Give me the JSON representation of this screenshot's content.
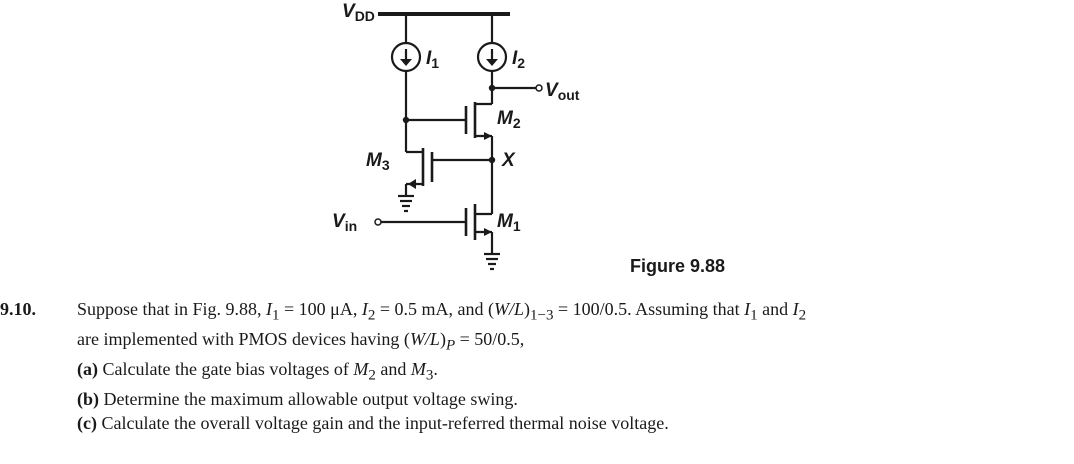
{
  "figure": {
    "caption": "Figure 9.88",
    "labels": {
      "vdd_main": "V",
      "vdd_sub": "DD",
      "i1_main": "I",
      "i1_sub": "1",
      "i2_main": "I",
      "i2_sub": "2",
      "vout_main": "V",
      "vout_sub": "out",
      "m2_main": "M",
      "m2_sub": "2",
      "m3_main": "M",
      "m3_sub": "3",
      "m1_main": "M",
      "m1_sub": "1",
      "x_node": "X",
      "vin_main": "V",
      "vin_sub": "in"
    }
  },
  "problem": {
    "number": "9.10.",
    "line1_a": "Suppose that in Fig. 9.88, ",
    "line1_b": "I",
    "line1_c": "1",
    "line1_d": " = 100 ",
    "line1_e": "μ",
    "line1_f": "A, ",
    "line1_g": "I",
    "line1_h": "2",
    "line1_i": " = 0.5 mA, and (",
    "line1_j": "W/L",
    "line1_k": ")",
    "line1_l": "1−3",
    "line1_m": " = 100/0.5. Assuming that ",
    "line1_n": "I",
    "line1_o": "1",
    "line1_p": " and ",
    "line1_q": "I",
    "line1_r": "2",
    "line2_a": "are implemented with PMOS devices having (",
    "line2_b": "W/L",
    "line2_c": ")",
    "line2_d": "P",
    "line2_e": " = 50/0.5,",
    "parts": [
      {
        "tag": "(a)",
        "pre": " Calculate the gate bias voltages of ",
        "m1": "M",
        "s1": "2",
        "mid": " and ",
        "m2": "M",
        "s2": "3",
        "post": "."
      },
      {
        "tag": "(b)",
        "text": " Determine the maximum allowable output voltage swing."
      },
      {
        "tag": "(c)",
        "text": " Calculate the overall voltage gain and the input-referred thermal noise voltage."
      }
    ]
  }
}
